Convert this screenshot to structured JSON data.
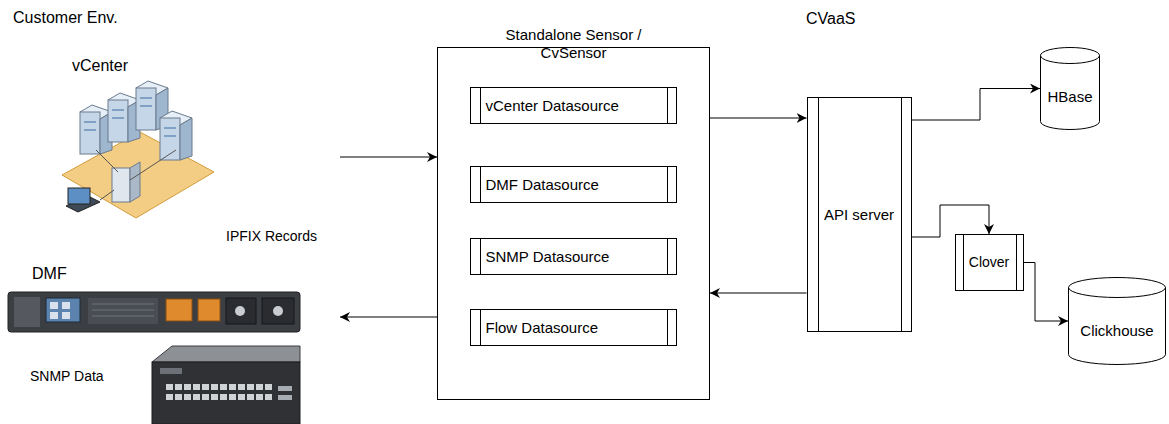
{
  "diagram": {
    "nodes": [
      {
        "text": [
          "Customer Env."
        ]
      },
      {
        "text": [
          "Standalone Sensor / CvSensor"
        ]
      },
      {
        "text": [
          "vCenter Datasource"
        ],
        "in": 1
      },
      {
        "text": [
          "DMF Datasource"
        ],
        "in": 1
      },
      {
        "text": [
          "SNMP Datasource"
        ],
        "in": 1
      },
      {
        "text": [
          "Flow Datasource"
        ],
        "in": 1
      },
      {
        "text": [
          "CVaaS"
        ]
      },
      {
        "text": [
          "API server"
        ],
        "in": 6
      },
      {
        "text": [
          "HBase"
        ],
        "in": 6
      },
      {
        "text": [
          "Clover"
        ],
        "in": 6
      },
      {
        "text": [
          "Clickhouse"
        ],
        "in": 6
      }
    ],
    "edges": [
      {
        "from": 0,
        "to": 1,
        "arrow": "to"
      },
      {
        "from": 1,
        "to": 0,
        "arrow": "to"
      },
      {
        "from": 1,
        "to": 7,
        "arrow": "to"
      },
      {
        "from": 7,
        "to": 1,
        "arrow": "to"
      },
      {
        "from": 7,
        "to": 8,
        "arrow": "to"
      },
      {
        "from": 7,
        "to": 9,
        "arrow": "to"
      },
      {
        "from": 9,
        "to": 10,
        "arrow": "to"
      }
    ],
    "labels": [
      "vCenter",
      "IPFIX Records",
      "DMF",
      "SNMP Data"
    ]
  }
}
